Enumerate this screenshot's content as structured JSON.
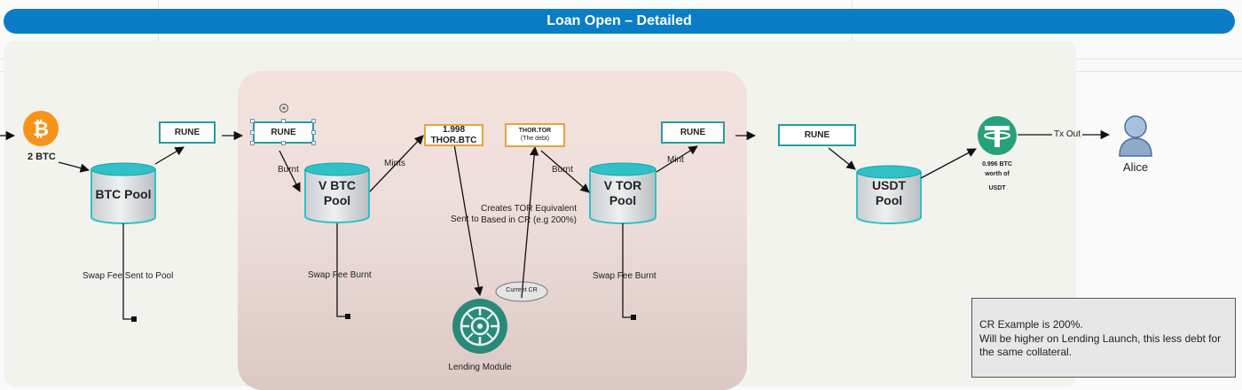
{
  "title": "Loan Open – Detailed",
  "colors": {
    "title_bar": "#0a7dc6",
    "pool_teal": "#2fc1c7",
    "box_border_teal": "#239ea0",
    "box_border_orange": "#e6a33a",
    "bitcoin": "#f7931a",
    "tether": "#26a17b",
    "lending_module": "#2a8a7a"
  },
  "icons": {
    "bitcoin": "bitcoin-icon",
    "tether": "tether-icon",
    "lending": "lending-module-icon",
    "user": "user-icon"
  },
  "labels": {
    "btc_amount": "2 BTC",
    "rune1": "RUNE",
    "rune2": "RUNE",
    "rune3": "RUNE",
    "rune4": "RUNE",
    "thor_btc_amount": "1.998",
    "thor_btc": "THOR.BTC",
    "thor_tor": "THOR.TOR",
    "the_debt": "(The debt)",
    "burnt1": "Burnt",
    "mints": "Mints",
    "burnt2": "Burnt",
    "mint": "Mint",
    "sent_to": "Sent to",
    "creates_tor_1": "Creates TOR Equivalent",
    "creates_tor_2": "Based in CR (e.g 200%)",
    "current_cr": "Current CR",
    "lending_module": "Lending Module",
    "swap_fee_pool": "Swap Fee Sent to Pool",
    "swap_fee_burnt1": "Swap Fee Burnt",
    "swap_fee_burnt2": "Swap Fee Burnt",
    "usdt_amount_1": "0.996 BTC",
    "usdt_amount_2": "worth of",
    "usdt_amount_3": "USDT",
    "tx_out": "Tx Out",
    "alice": "Alice"
  },
  "pools": {
    "btc": "BTC Pool",
    "vbtc_1": "V BTC",
    "vbtc_2": "Pool",
    "vtor_1": "V TOR",
    "vtor_2": "Pool",
    "usdt_1": "USDT",
    "usdt_2": "Pool"
  },
  "note": {
    "line1": "CR Example is 200%.",
    "line2": "Will be higher on Lending Launch, this less debt for the same collateral."
  }
}
